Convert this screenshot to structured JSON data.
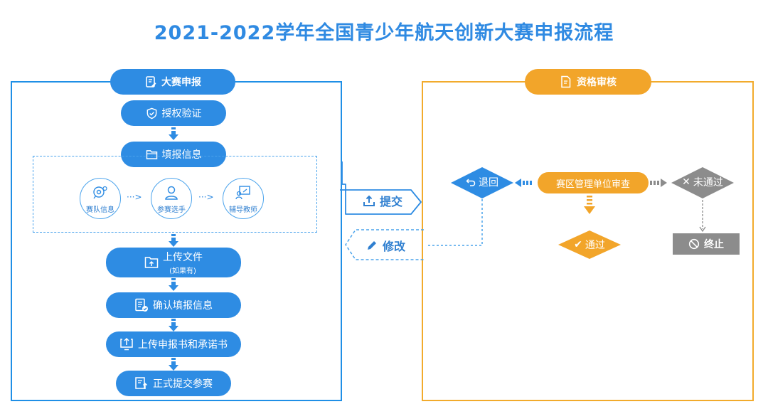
{
  "title": "2021-2022学年全国青少年航天创新大赛申报流程",
  "left_panel": {
    "header": "大赛申报",
    "steps": {
      "auth": "授权验证",
      "fill": "填报信息",
      "upload": "上传文件",
      "upload_note": "(如果有)",
      "confirm": "确认填报信息",
      "upload_docs": "上传申报书和承诺书",
      "submit": "正式提交参赛"
    },
    "circles": {
      "team": "赛队信息",
      "player": "参赛选手",
      "teacher": "辅导教师"
    },
    "arrow_text": "···>"
  },
  "middle": {
    "submit": "提交",
    "modify": "修改"
  },
  "right_panel": {
    "header": "资格审核",
    "review": "赛区管理单位审查",
    "return": "退回",
    "not_passed": "未通过",
    "passed": "通过",
    "terminate": "终止"
  },
  "colors": {
    "blue": "#2e8ce3",
    "orange": "#f2a52a",
    "gray": "#8c8c8c"
  }
}
